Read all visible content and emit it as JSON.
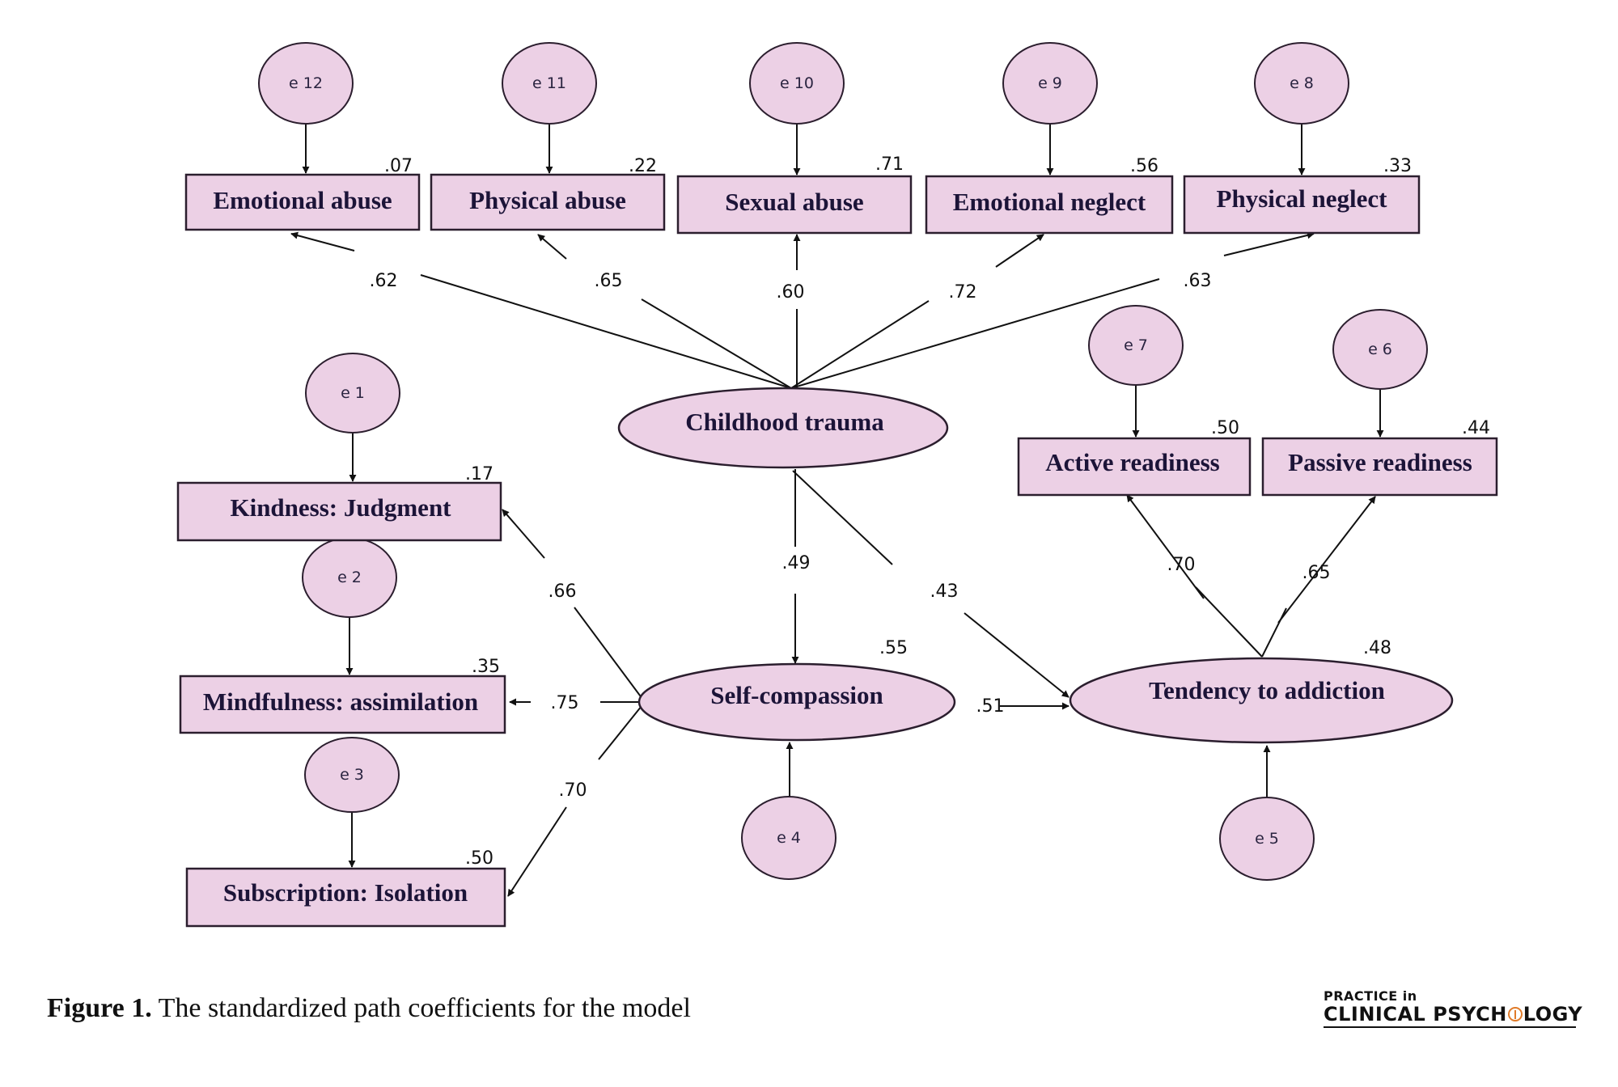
{
  "figure": {
    "title_bold": "Figure 1.",
    "title_text": " The standardized path coefficients for the model"
  },
  "logo": {
    "line1": "PRACTICE in",
    "line2_a": "CLINICAL PSYCH",
    "line2_b": "LOGY",
    "accent_color": "#e07b2a"
  },
  "colors": {
    "node_fill": "#ecd0e5",
    "node_stroke": "#2b1e2e",
    "label_text": "#1c1438"
  },
  "latent_variables": [
    {
      "id": "childhood-trauma",
      "label": "Childhood trauma"
    },
    {
      "id": "self-compassion",
      "label": "Self-compassion",
      "r2": ".55"
    },
    {
      "id": "tendency-to-addiction",
      "label": "Tendency to addiction",
      "r2": ".48"
    }
  ],
  "observed_variables": [
    {
      "id": "emotional-abuse",
      "label": "Emotional abuse",
      "r2": ".07",
      "error": "e 12",
      "loading": ".62"
    },
    {
      "id": "physical-abuse",
      "label": "Physical abuse",
      "r2": ".22",
      "error": "e 11",
      "loading": ".65"
    },
    {
      "id": "sexual-abuse",
      "label": "Sexual abuse",
      "r2": ".71",
      "error": "e 10",
      "loading": ".60"
    },
    {
      "id": "emotional-neglect",
      "label": "Emotional neglect",
      "r2": ".56",
      "error": "e 9",
      "loading": ".72"
    },
    {
      "id": "physical-neglect",
      "label": "Physical neglect",
      "r2": ".33",
      "error": "e 8",
      "loading": ".63"
    },
    {
      "id": "active-readiness",
      "label": "Active readiness",
      "r2": ".50",
      "error": "e 7",
      "loading": ".70"
    },
    {
      "id": "passive-readiness",
      "label": "Passive readiness",
      "r2": ".44",
      "error": "e 6",
      "loading": ".65"
    },
    {
      "id": "kindness-judgment",
      "label": "Kindness: Judgment",
      "r2": ".17",
      "error": "e 1",
      "loading": ".66"
    },
    {
      "id": "mindfulness-assimilation",
      "label": "Mindfulness: assimilation",
      "r2": ".35",
      "error": "e 2",
      "loading": ".75"
    },
    {
      "id": "subscription-isolation",
      "label": "Subscription: Isolation",
      "r2": ".50",
      "error": "e 3",
      "loading": ".70"
    }
  ],
  "structural_paths": [
    {
      "from": "Childhood trauma",
      "to": "Self-compassion",
      "coef": ".49"
    },
    {
      "from": "Childhood trauma",
      "to": "Tendency to addiction",
      "coef": ".43"
    },
    {
      "from": "Self-compassion",
      "to": "Tendency to addiction",
      "coef": ".51"
    }
  ],
  "disturbances": [
    {
      "latent": "Self-compassion",
      "label": "e 4"
    },
    {
      "latent": "Tendency to addiction",
      "label": "e 5"
    }
  ]
}
